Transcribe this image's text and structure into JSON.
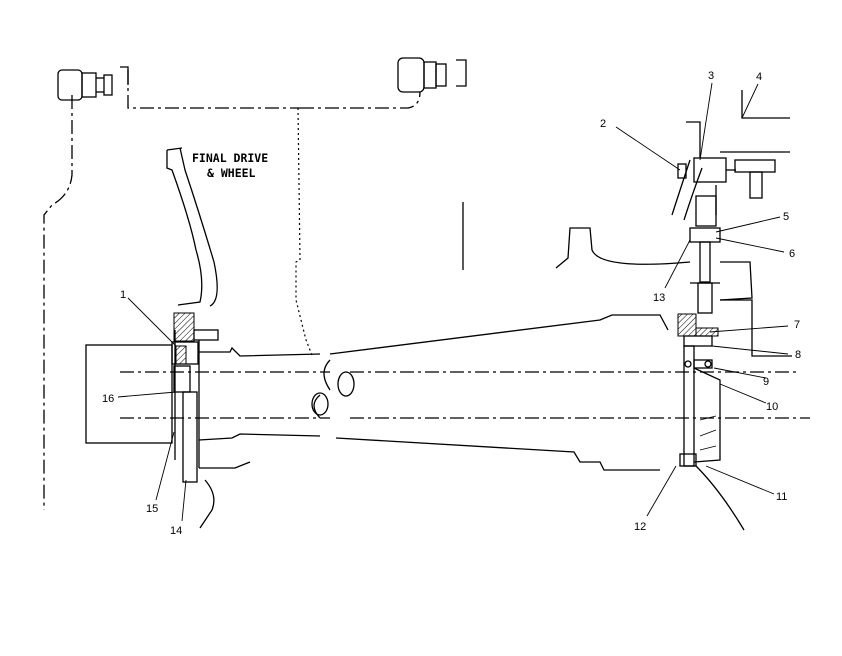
{
  "diagram": {
    "title_lines": [
      "FINAL DRIVE",
      "& WHEEL"
    ],
    "callouts": [
      "1",
      "2",
      "3",
      "4",
      "5",
      "6",
      "7",
      "8",
      "9",
      "10",
      "11",
      "12",
      "13",
      "14",
      "15",
      "16"
    ]
  }
}
